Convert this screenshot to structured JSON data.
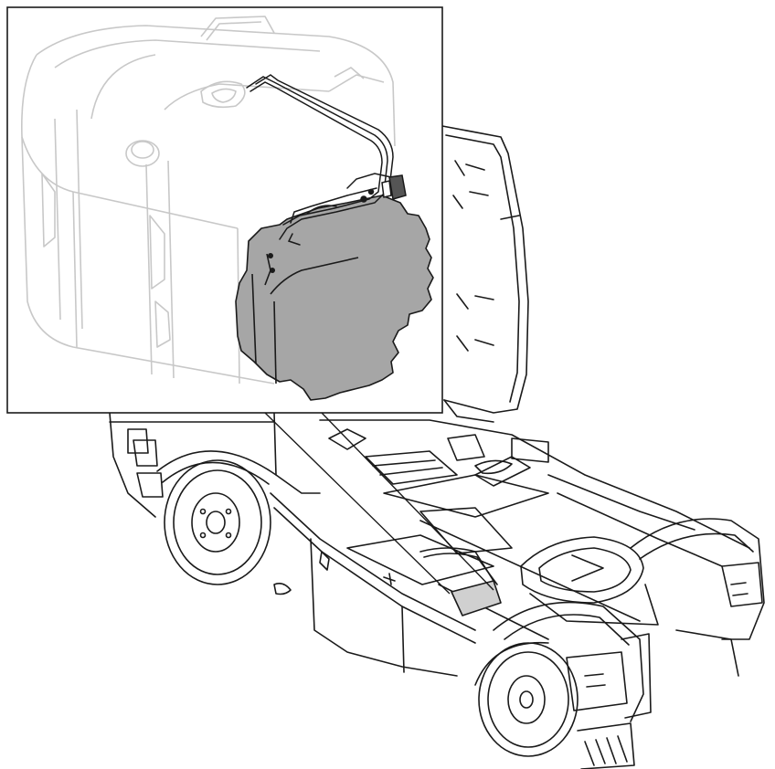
{
  "illustration": {
    "subject": "truck-chassis-with-tank-detail",
    "colors": {
      "line": "#1a1a1a",
      "faint_line": "#c8c8c8",
      "highlight_fill": "#a6a6a6",
      "background": "#ffffff"
    },
    "icons": [
      "zoom-leader-lines",
      "highlighted-module"
    ]
  }
}
